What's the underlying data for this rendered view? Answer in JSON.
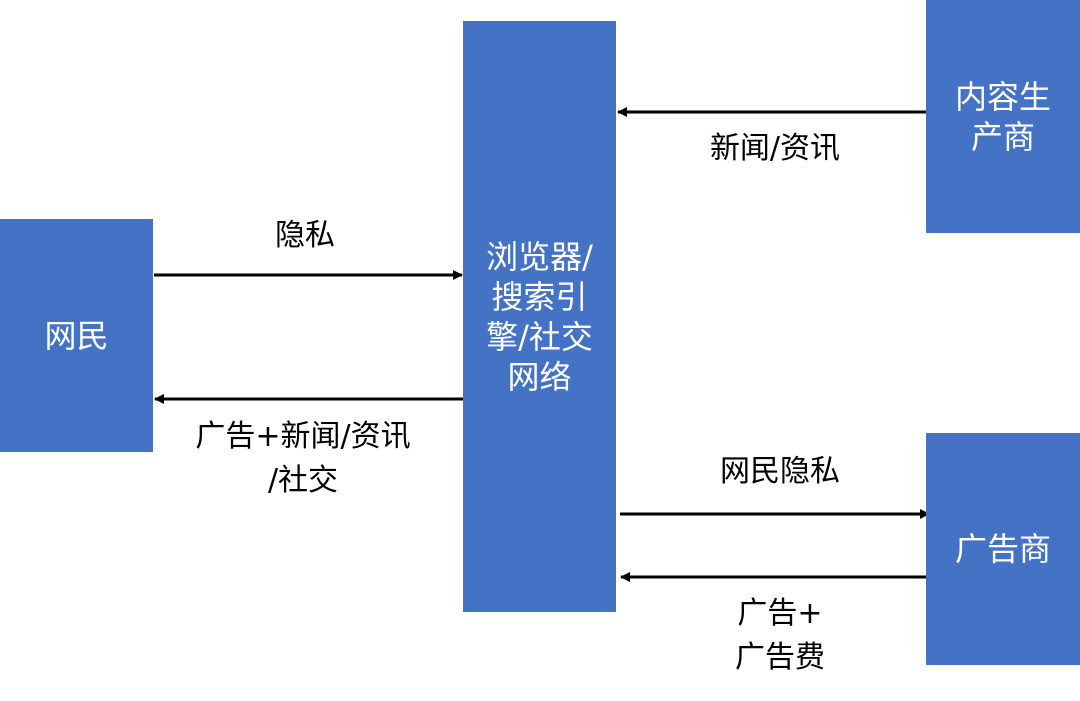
{
  "nodes": {
    "netizen": "网民",
    "platform": [
      "浏览器/",
      "搜索引",
      "擎/社交",
      "网络"
    ],
    "content_producer": [
      "内容生",
      "产商"
    ],
    "advertiser": "广告商"
  },
  "edges": {
    "privacy": "隐私",
    "ads_news_social": [
      "广告+新闻/资讯",
      "/社交"
    ],
    "news": "新闻/资讯",
    "netizen_privacy": "网民隐私",
    "ads_fee": [
      "广告+",
      "广告费"
    ]
  },
  "colors": {
    "box": "#4472c4",
    "arrow": "#000000"
  }
}
